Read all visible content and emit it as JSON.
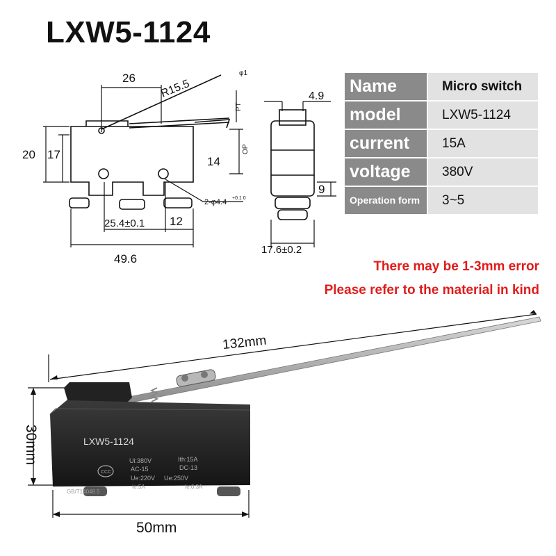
{
  "title": "LXW5-1124",
  "specs": [
    {
      "key": "Name",
      "value": "Micro switch"
    },
    {
      "key": "model",
      "value": "LXW5-1124"
    },
    {
      "key": "current",
      "value": "15A"
    },
    {
      "key": "voltage",
      "value": "380V"
    },
    {
      "key": "Operation form",
      "value": "3~5"
    }
  ],
  "notes": {
    "error": "There may be 1-3mm error",
    "refer": "Please refer to the material in kind"
  },
  "drawing_dims": {
    "d26": "26",
    "r155": "R15.5",
    "phi1": "φ1",
    "pt": "PT",
    "op": "OP",
    "d20": "20",
    "d17": "17",
    "d14": "14",
    "d254": "25.4±0.1",
    "d12": "12",
    "d496": "49.6",
    "hole": "2-φ4.4",
    "hole_tol": "+0.1 0",
    "d49": "4.9",
    "d9": "9",
    "d176": "17.6±0.2"
  },
  "photo": {
    "length": "132mm",
    "height": "30mm",
    "width": "50mm",
    "body_model": "LXW5-1124",
    "label_ui": "Ui:380V",
    "label_ith": "Ith:15A",
    "label_ac": "AC-15",
    "label_dc": "DC-13",
    "label_ue1": "Ue:220V",
    "label_ue2": "Ue:250V",
    "label_ie1": "Ie:5A",
    "label_ie2": "Ie:0.3A",
    "label_gb": "GB/T14048.5",
    "cert": "CCC"
  },
  "colors": {
    "note": "#e11b1b",
    "table_key_bg": "#8a8a8a",
    "table_value_bg": "#e2e2e2"
  }
}
